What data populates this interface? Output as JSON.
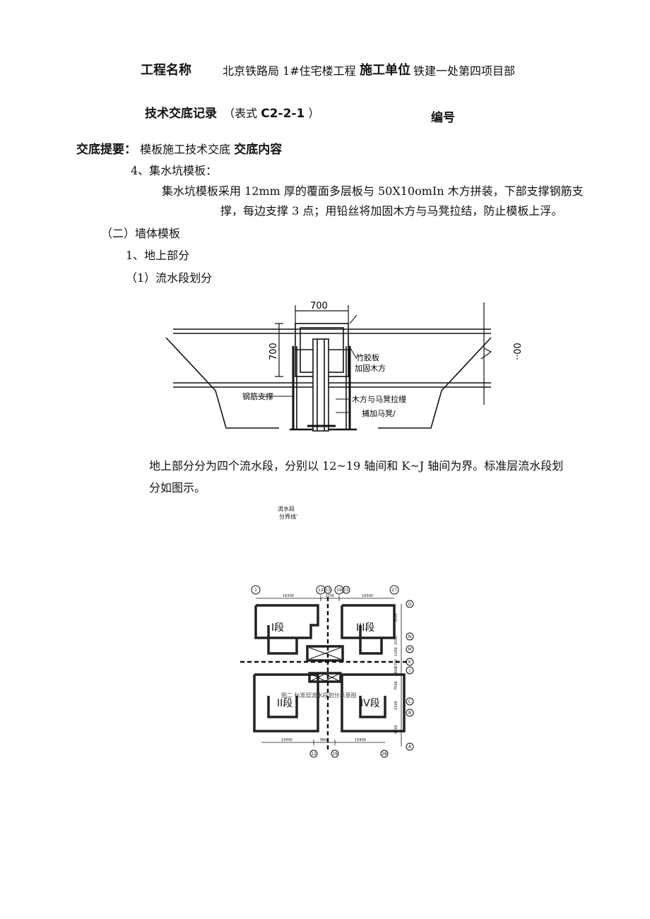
{
  "header": {
    "project_label": "工程名称",
    "project_value": "北京铁路局 1#住宅楼工程",
    "unit_label": "施工单位",
    "unit_value": "铁建一处第四项目部",
    "record_title": "技术交底记录",
    "form_prefix": "（表式",
    "form_code": "C2-2-1",
    "form_suffix": "）",
    "number_label": "编号"
  },
  "summary": {
    "label": "交底提要：",
    "value": "模板施工技术交底",
    "content_label": "交底内容"
  },
  "body": {
    "item4_title": "4、集水坑模板：",
    "item4_text_line1": "集水坑模板采用 12mm 厚的覆面多层板与 50X10omIn 木方拼装，下部支撑钢筋支",
    "item4_text_line2": "撑，每边支撑 3 点；用铅丝将加固木方与马凳拉结，防止模板上浮。",
    "section2_title": "（二）墙体模板",
    "sub1_title": "1、地上部分",
    "sub1_1_title": "（1）流水段划分",
    "para_line1": "地上部分分为四个流水段，分别以 12~19 轴间和 K~J 轴间为界。标准层流水段划",
    "para_line2": "分如图示。"
  },
  "figure1": {
    "dim_top": "700",
    "dim_left": "700",
    "dim_right": "··00",
    "label_board": "竹胶板",
    "label_timber": "加固木方",
    "label_rebar": "钢筋支撑",
    "label_tie": "木方与马凳拉缦",
    "label_stool": "捕加马凳/"
  },
  "figure2": {
    "boundary_label_line1": "流水段",
    "boundary_label_line2": "分界线'",
    "caption": "图二  标准层流水段划分示意图",
    "seg1": "I段",
    "seg2": "III段",
    "seg3": "II段",
    "seg4": "IV段",
    "axis_top": [
      "1",
      "12",
      "19",
      "27"
    ],
    "axis_top_extra": [
      "13",
      "15"
    ],
    "axis_bottom": [
      "12",
      "19",
      "28"
    ],
    "axis_right": [
      "Q",
      "N",
      "M",
      "K",
      "J",
      "C",
      "B",
      "A"
    ],
    "dim_top_left": "16300",
    "dim_top_mid": "2700",
    "dim_top_right": "16300",
    "dim_bottom_left": "15400",
    "dim_bottom_mid": "3600",
    "dim_bottom_right": "15400",
    "dim_right": [
      "3200",
      "1500",
      "1200",
      "2700",
      "1800",
      "7500",
      "2100",
      "4500"
    ]
  }
}
